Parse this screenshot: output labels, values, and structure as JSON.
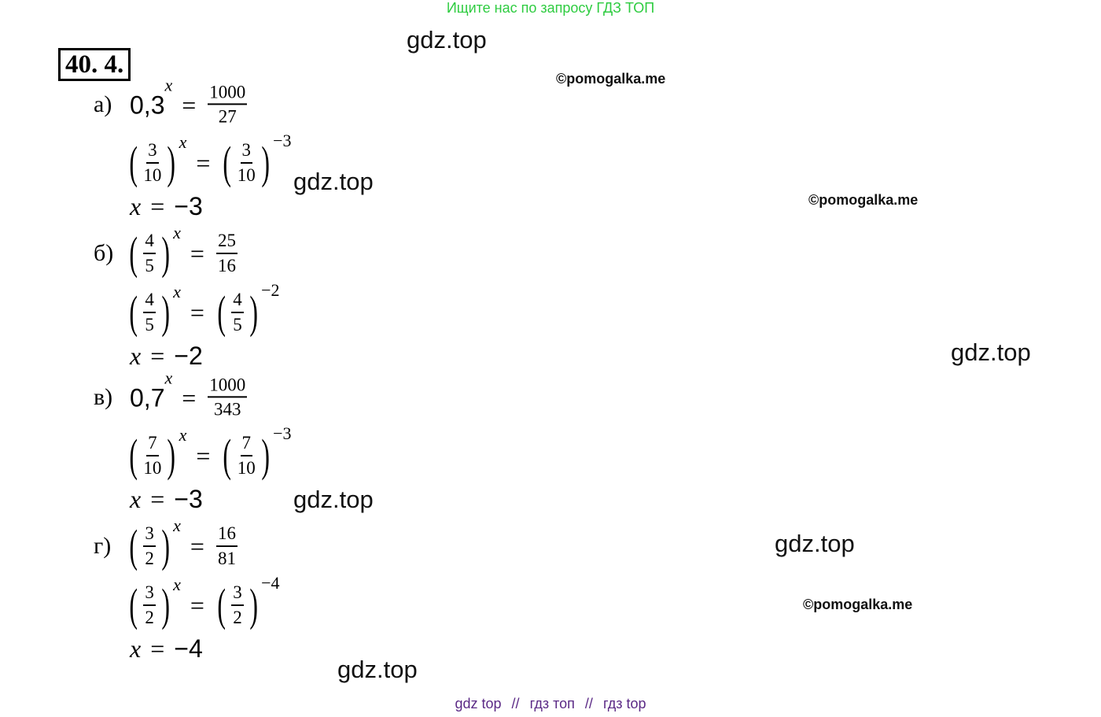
{
  "banner": "Ищите нас по запросу ГДЗ ТОП",
  "problem_number": "40. 4.",
  "watermarks": {
    "gdz": "gdz.top",
    "pomogalka": "©pomogalka.me"
  },
  "footer": [
    "gdz top",
    "//",
    "гдз топ",
    "//",
    "гдз top"
  ],
  "eq": "=",
  "var": "x",
  "parts": [
    {
      "label": "а)",
      "eq1": {
        "lhs": "0,3",
        "rhs_num": "1000",
        "rhs_den": "27"
      },
      "eq2": {
        "num": "3",
        "den": "10",
        "exp": "−3"
      },
      "answer": "−3"
    },
    {
      "label": "б)",
      "eq1": {
        "lhs_num": "4",
        "lhs_den": "5",
        "rhs_num": "25",
        "rhs_den": "16"
      },
      "eq2": {
        "num": "4",
        "den": "5",
        "exp": "−2"
      },
      "answer": "−2"
    },
    {
      "label": "в)",
      "eq1": {
        "lhs": "0,7",
        "rhs_num": "1000",
        "rhs_den": "343"
      },
      "eq2": {
        "num": "7",
        "den": "10",
        "exp": "−3"
      },
      "answer": "−3"
    },
    {
      "label": "г)",
      "eq1": {
        "lhs_num": "3",
        "lhs_den": "2",
        "rhs_num": "16",
        "rhs_den": "81"
      },
      "eq2": {
        "num": "3",
        "den": "2",
        "exp": "−4"
      },
      "answer": "−4"
    }
  ]
}
